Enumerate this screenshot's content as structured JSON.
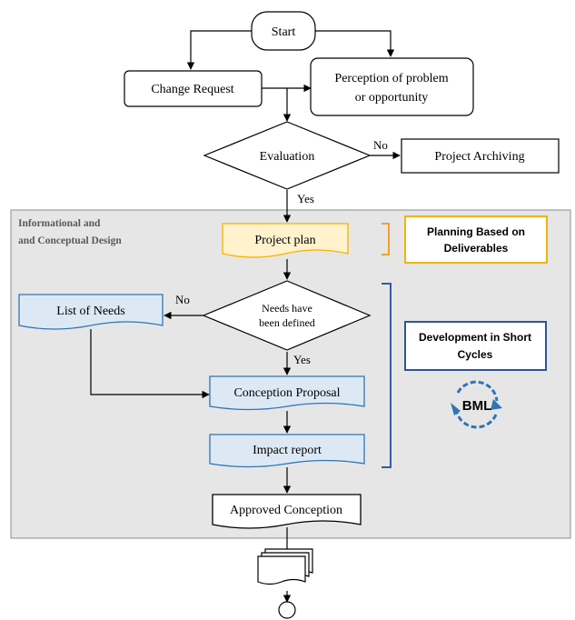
{
  "nodes": {
    "start": "Start",
    "change_request": "Change Request",
    "perception_line1": "Perception of problem",
    "perception_line2": "or opportunity",
    "evaluation": "Evaluation",
    "project_archiving": "Project Archiving",
    "project_plan": "Project plan",
    "needs_defined_line1": "Needs have",
    "needs_defined_line2": "been defined",
    "list_of_needs": "List of Needs",
    "conception_proposal": "Conception Proposal",
    "impact_report": "Impact report",
    "approved_conception": "Approved Conception"
  },
  "edge_labels": {
    "eval_no": "No",
    "eval_yes": "Yes",
    "needs_no": "No",
    "needs_yes": "Yes"
  },
  "region": {
    "title_line1": "Informational and",
    "title_line2": "and Conceptual Design"
  },
  "side_notes": {
    "planning_line1": "Planning Based on",
    "planning_line2": "Deliverables",
    "development_line1": "Development in Short",
    "development_line2": "Cycles",
    "bml": "BML"
  },
  "colors": {
    "region_fill": "#e7e6e6",
    "plan_fill": "#fff2cc",
    "plan_border": "#f0b400",
    "blue_fill": "#dce9f5",
    "blue_border": "#2e75b6",
    "dev_border": "#2f5597",
    "bracket_blue": "#2e5fa8",
    "bml_ring": "#2e75b6"
  }
}
